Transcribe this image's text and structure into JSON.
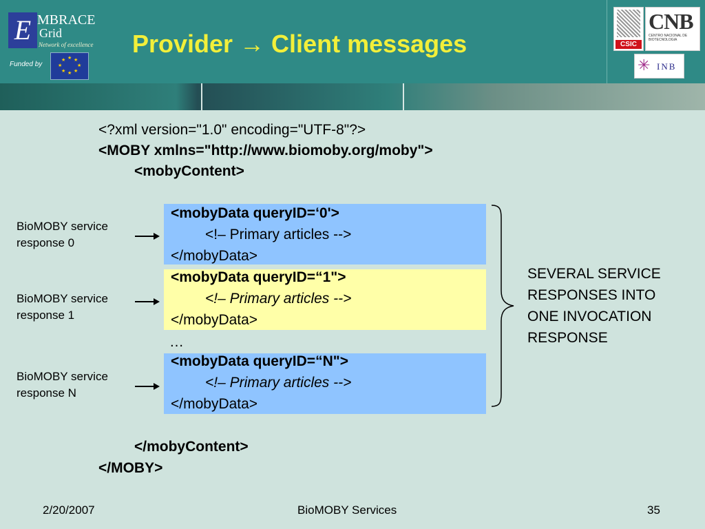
{
  "header": {
    "title": "Provider → Client messages",
    "logo": {
      "line1": "MBRACE",
      "line2": "Grid",
      "tagline": "Network of excellence",
      "initial": "E"
    },
    "funded_by": "Funded by",
    "partner_logos": {
      "csic": "CSIC",
      "cnb": "CNB",
      "cnb_sub": "CENTRO NACIONAL DE BIOTECNOLOGIA",
      "inb": "INB"
    }
  },
  "xml": {
    "decl": "<?xml version=\"1.0\" encoding=\"UTF-8\"?>",
    "moby_open": "<MOBY xmlns=\"http://www.biomoby.org/moby\">",
    "content_open": "<mobyContent>",
    "content_close": "</mobyContent>",
    "moby_close": "</MOBY>",
    "ellipsis": "…"
  },
  "responses": [
    {
      "label_line1": "BioMOBY service",
      "label_line2": "response 0",
      "open": "<mobyData queryID=‘0'>",
      "comment": "<!– Primary articles -->",
      "close": "</mobyData>"
    },
    {
      "label_line1": "BioMOBY service",
      "label_line2": "response 1",
      "open": "<mobyData queryID=“1\">",
      "comment": "<!– Primary articles -->",
      "close": "</mobyData>"
    },
    {
      "label_line1": "BioMOBY service",
      "label_line2": "response N",
      "open": "<mobyData queryID=“N\">",
      "comment": "<!– Primary articles -->",
      "close": "</mobyData>"
    }
  ],
  "summary": [
    "SEVERAL SERVICE",
    "RESPONSES INTO",
    "ONE INVOCATION",
    "RESPONSE"
  ],
  "footer": {
    "date": "2/20/2007",
    "center": "BioMOBY Services",
    "page": "35"
  },
  "colors": {
    "header_bg": "#2f8a86",
    "title": "#f2ef3a",
    "box_blue": "#8fc4ff",
    "box_yellow": "#ffffa8",
    "slide_bg": "#cfe3dd"
  }
}
